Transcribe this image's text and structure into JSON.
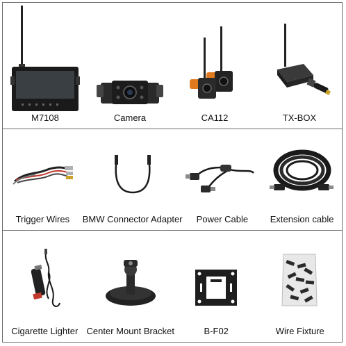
{
  "rows": [
    {
      "items": [
        {
          "label": "M7108",
          "icon": "monitor-icon"
        },
        {
          "label": "Camera",
          "icon": "camera-icon"
        },
        {
          "label": "CA112",
          "icon": "wireless-camera-icon"
        },
        {
          "label": "TX-BOX",
          "icon": "transmitter-box-icon"
        }
      ]
    },
    {
      "items": [
        {
          "label": "Trigger Wires",
          "icon": "trigger-wires-icon"
        },
        {
          "label": "BMW Connector Adapter",
          "icon": "connector-adapter-icon"
        },
        {
          "label": "Power Cable",
          "icon": "power-cable-icon"
        },
        {
          "label": "Extension cable",
          "icon": "extension-cable-icon"
        }
      ]
    },
    {
      "items": [
        {
          "label": "Cigarette Lighter",
          "icon": "cigarette-lighter-icon"
        },
        {
          "label": "Center Mount Bracket",
          "icon": "mount-bracket-icon"
        },
        {
          "label": "B-F02",
          "icon": "bracket-plate-icon"
        },
        {
          "label": "Wire Fixture",
          "icon": "wire-fixture-icon"
        }
      ]
    }
  ]
}
